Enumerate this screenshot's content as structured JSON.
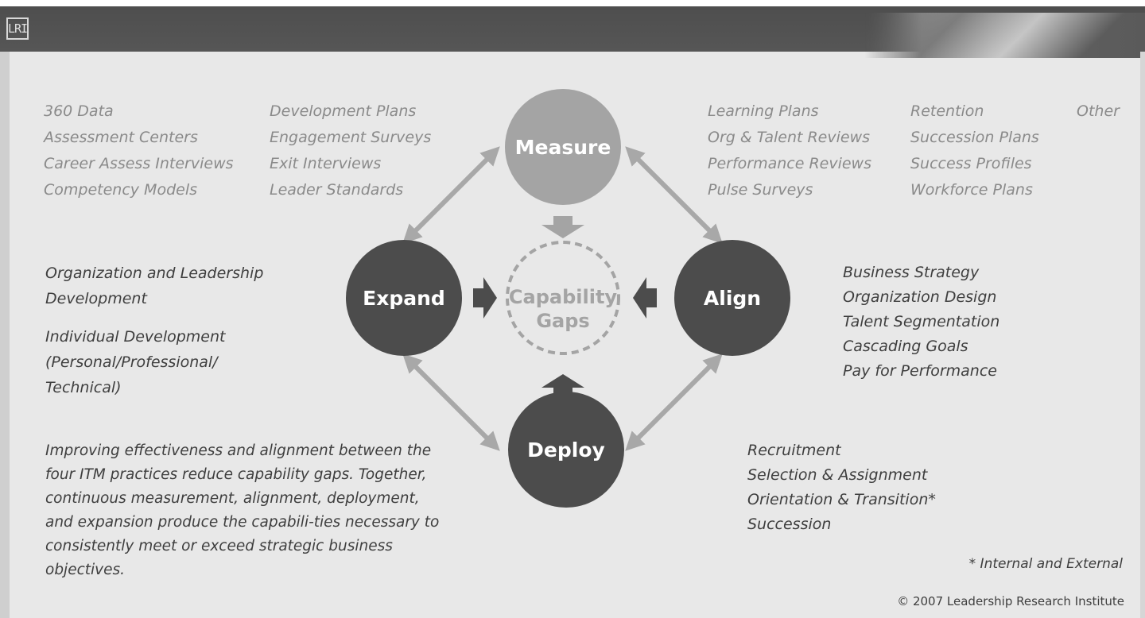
{
  "header": {
    "logo_text": "LRI",
    "photo_strip": "header-photo-collage"
  },
  "measure_lists": {
    "col1": [
      "360 Data",
      "Assessment Centers",
      "Career Assess Interviews",
      "Competency Models"
    ],
    "col2": [
      "Development Plans",
      "Engagement Surveys",
      "Exit Interviews",
      "Leader Standards"
    ],
    "col3": [
      "Learning Plans",
      "Org & Talent Reviews",
      "Performance Reviews",
      "Pulse Surveys"
    ],
    "col4": [
      "Retention",
      "Succession Plans",
      "Success Profiles",
      "Workforce Plans"
    ],
    "col5": [
      "Other"
    ]
  },
  "expand_text": {
    "p1": "Organization and Leadership Development",
    "p2": "Individual Development (Personal/Professional/ Technical)"
  },
  "align_list": [
    "Business Strategy",
    "Organization Design",
    "Talent Segmentation",
    "Cascading Goals",
    "Pay for Performance"
  ],
  "deploy_list": [
    "Recruitment",
    "Selection & Assignment",
    "Orientation & Transition*",
    "Succession"
  ],
  "summary": "Improving effectiveness and alignment between the four ITM practices reduce capability gaps. Together, continuous measurement, alignment, deployment, and expansion produce the capabili-ties necessary to consistently meet or exceed strategic business objectives.",
  "diagram": {
    "measure": "Measure",
    "expand": "Expand",
    "align": "Align",
    "deploy": "Deploy",
    "center_line1": "Capability",
    "center_line2": "Gaps"
  },
  "footnote": "* Internal and External",
  "copyright": "© 2007 Leadership Research Institute",
  "colors": {
    "background": "#e8e8e8",
    "header": "#525252",
    "measure_circle": "#a4a4a4",
    "dark_circle": "#4c4c4c",
    "arrow": "#a8a8a8",
    "muted_text": "#8a8a8a",
    "dark_text": "#3e3e3e"
  }
}
